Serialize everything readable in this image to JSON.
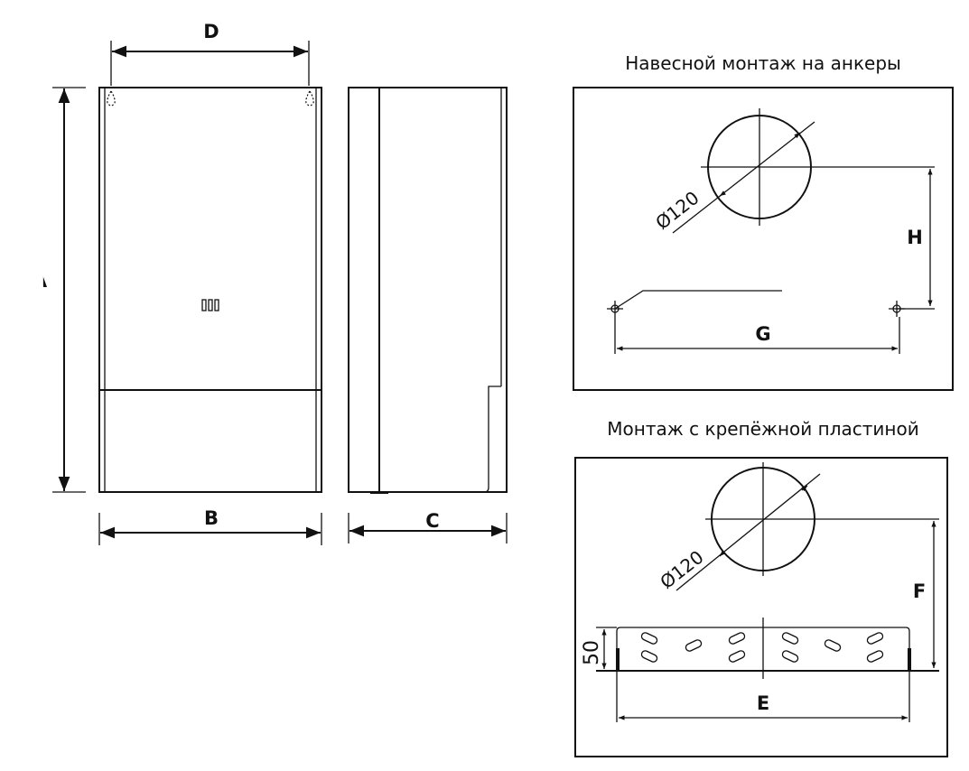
{
  "front_view": {
    "label_a": "A",
    "label_b": "B",
    "label_d": "D"
  },
  "side_view": {
    "label_c": "C"
  },
  "anchor_mount": {
    "title": "Навесной монтаж на анкеры",
    "diameter": "Ø120",
    "label_h": "H",
    "label_g": "G"
  },
  "plate_mount": {
    "title": "Монтаж с крепёжной пластиной",
    "diameter": "Ø120",
    "label_f": "F",
    "label_e": "E",
    "plate_height": "50"
  }
}
